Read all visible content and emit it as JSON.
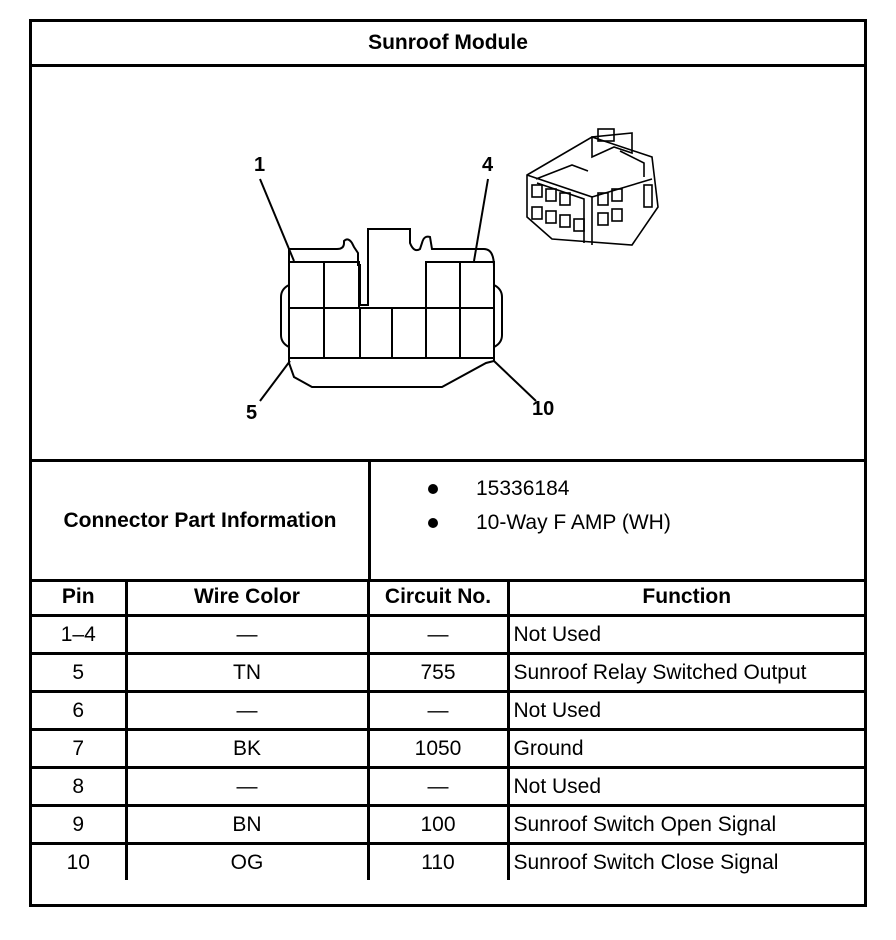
{
  "title": "Sunroof Module",
  "diagram": {
    "pin_callouts": [
      "1",
      "4",
      "5",
      "10"
    ]
  },
  "connector_info": {
    "label": "Connector Part Information",
    "items": [
      "15336184",
      "10-Way F AMP (WH)"
    ]
  },
  "table": {
    "headers": [
      "Pin",
      "Wire Color",
      "Circuit No.",
      "Function"
    ],
    "rows": [
      [
        "1–4",
        "—",
        "—",
        "Not Used"
      ],
      [
        "5",
        "TN",
        "755",
        "Sunroof Relay Switched Output"
      ],
      [
        "6",
        "—",
        "—",
        "Not Used"
      ],
      [
        "7",
        "BK",
        "1050",
        "Ground"
      ],
      [
        "8",
        "—",
        "—",
        "Not Used"
      ],
      [
        "9",
        "BN",
        "100",
        "Sunroof Switch Open Signal"
      ],
      [
        "10",
        "OG",
        "110",
        "Sunroof Switch Close Signal"
      ]
    ]
  }
}
